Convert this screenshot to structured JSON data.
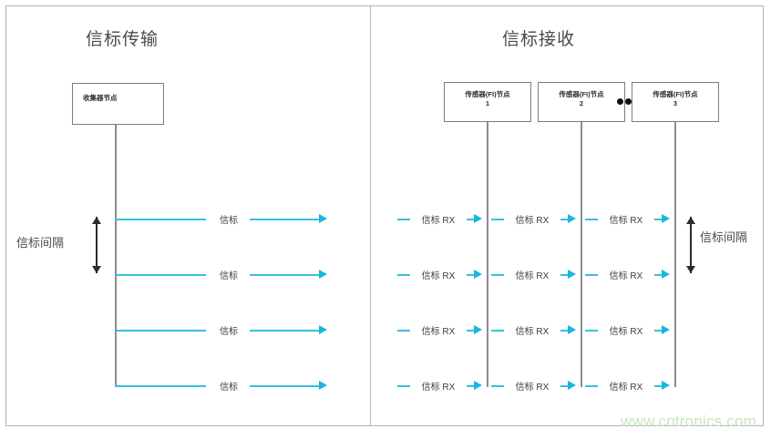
{
  "panels": {
    "left": {
      "title": "信标传输",
      "node": {
        "label": "收集器节点"
      },
      "interval_label": "信标间隔",
      "rows": [
        {
          "label": "信标"
        },
        {
          "label": "信标"
        },
        {
          "label": "信标"
        },
        {
          "label": "信标"
        }
      ]
    },
    "right": {
      "title": "信标接收",
      "nodes": [
        {
          "line1": "传感器(FI)节点",
          "line2": "1"
        },
        {
          "line1": "传感器(FI)节点",
          "line2": "2"
        },
        {
          "line1": "传感器(FI)节点",
          "line2": "3"
        }
      ],
      "ellipsis": "··",
      "interval_label": "信标间隔",
      "rx_label": "信标 RX",
      "rows": [
        {
          "cols": [
            "信标 RX",
            "信标 RX",
            "信标 RX"
          ]
        },
        {
          "cols": [
            "信标 RX",
            "信标 RX",
            "信标 RX"
          ]
        },
        {
          "cols": [
            "信标 RX",
            "信标 RX",
            "信标 RX"
          ]
        },
        {
          "cols": [
            "信标 RX",
            "信标 RX",
            "信标 RX"
          ]
        }
      ]
    }
  },
  "watermark": "www.cntronics.com",
  "colors": {
    "accent": "#35c1de",
    "arrow": "#18b6e0",
    "border": "#b3b3b3",
    "box_border": "#7d7d7d",
    "lifeline": "#8c8c8c",
    "text": "#4a4a4a",
    "watermark": "#c6e6bd"
  }
}
